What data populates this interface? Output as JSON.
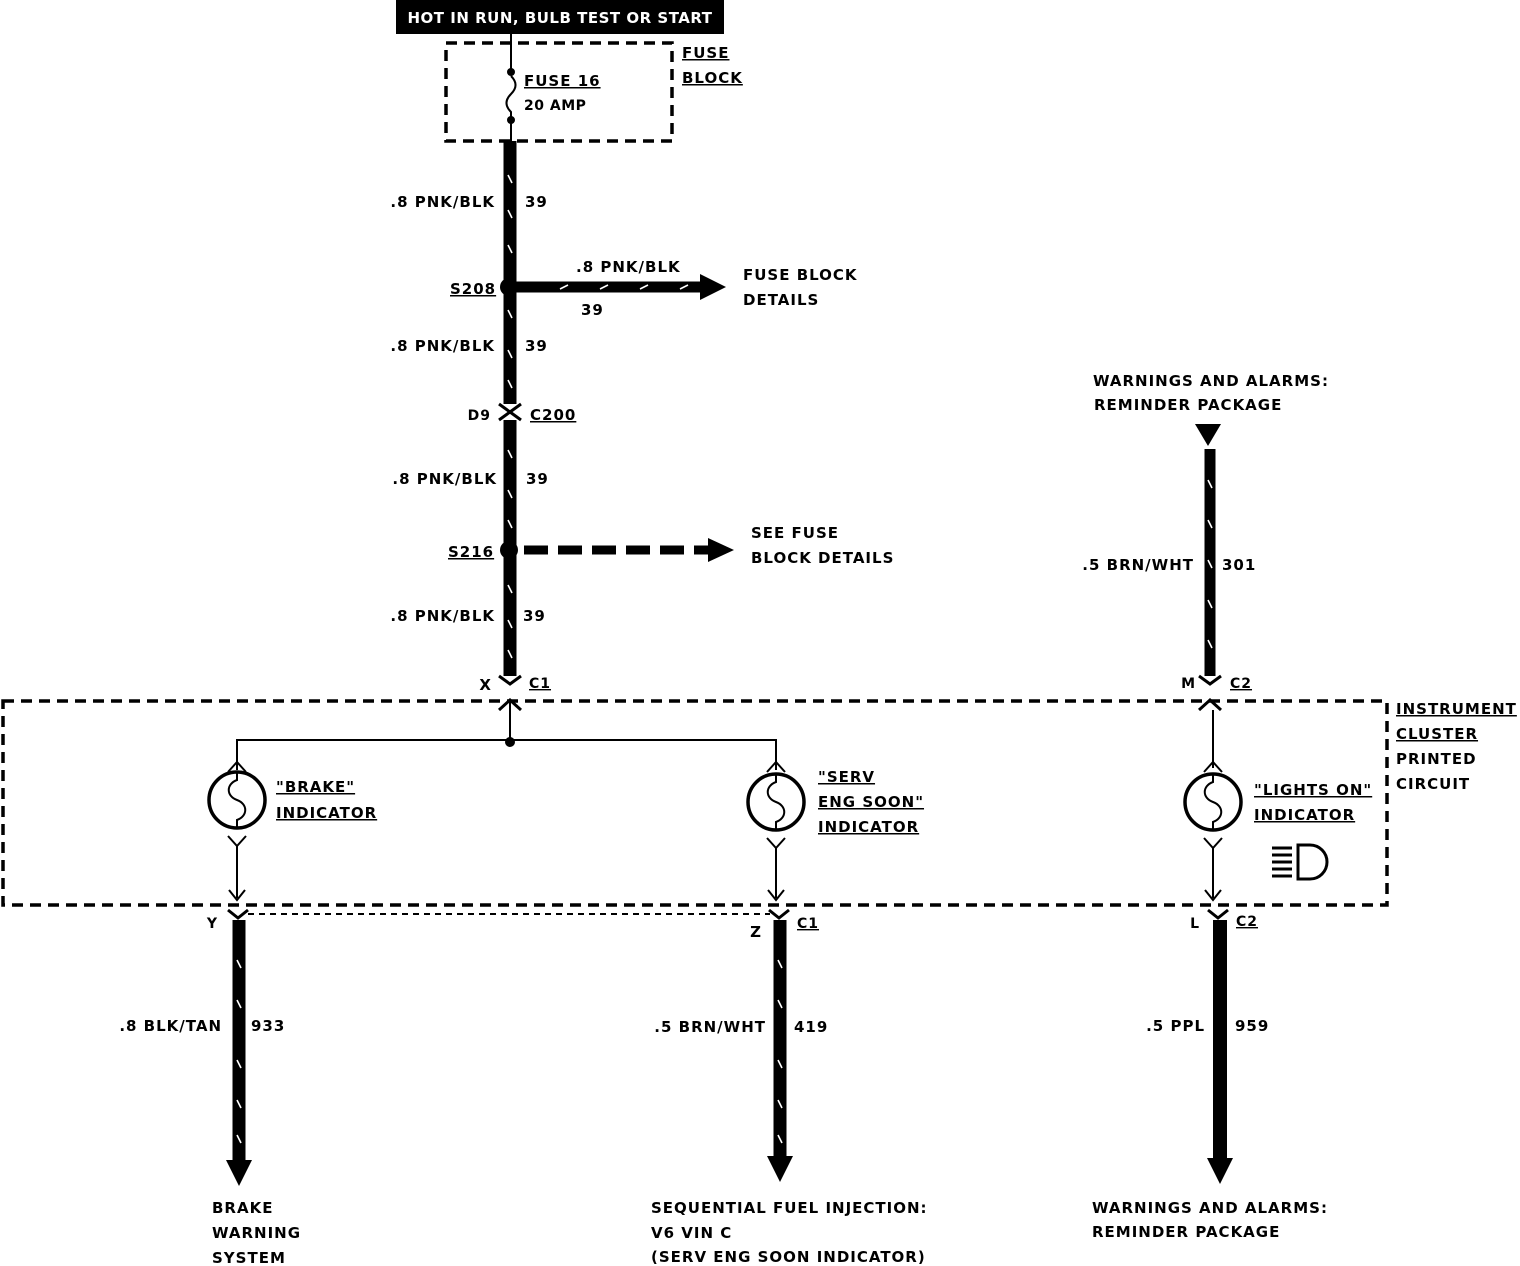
{
  "header": {
    "power_label": "HOT IN RUN, BULB TEST OR START"
  },
  "fuse_block": {
    "fuse_name": "FUSE 16",
    "fuse_rating": "20 AMP",
    "label_line1": "FUSE",
    "label_line2": "BLOCK"
  },
  "main_feed": {
    "segments": [
      {
        "gauge_color": ".8 PNK/BLK",
        "circuit": "39"
      },
      {
        "gauge_color": ".8 PNK/BLK",
        "circuit": "39"
      },
      {
        "gauge_color": ".8 PNK/BLK",
        "circuit": "39"
      },
      {
        "gauge_color": ".8 PNK/BLK",
        "circuit": "39"
      }
    ],
    "splice_s208": "S208",
    "splice_s216": "S216",
    "connector_c200_pin": "D9",
    "connector_c200": "C200",
    "branch_s208": {
      "gauge_color": ".8 PNK/BLK",
      "circuit": "39",
      "dest_line1": "FUSE BLOCK",
      "dest_line2": "DETAILS"
    },
    "branch_s216": {
      "dest_line1": "SEE FUSE",
      "dest_line2": "BLOCK DETAILS"
    }
  },
  "reminder_feed": {
    "source_line1": "WARNINGS AND ALARMS:",
    "source_line2": "REMINDER PACKAGE",
    "gauge_color": ".5 BRN/WHT",
    "circuit": "301"
  },
  "cluster": {
    "label_line1": "INSTRUMENT",
    "label_line2": "CLUSTER",
    "label_line3": "PRINTED",
    "label_line4": "CIRCUIT",
    "in_pin_x": "X",
    "in_conn_c1": "C1",
    "in_pin_m": "M",
    "in_conn_c2": "C2",
    "indicators": [
      {
        "line1": "\"BRAKE\"",
        "line2": "INDICATOR"
      },
      {
        "line1": "\"SERV",
        "line2": "ENG SOON\"",
        "line3": "INDICATOR"
      },
      {
        "line1": "\"LIGHTS ON\"",
        "line2": "INDICATOR"
      }
    ],
    "headlamp_icon": "headlamp-icon"
  },
  "outputs": [
    {
      "pin": "Y",
      "connector": "",
      "gauge_color": ".8 BLK/TAN",
      "circuit": "933",
      "dest_line1": "BRAKE",
      "dest_line2": "WARNING",
      "dest_line3": "SYSTEM"
    },
    {
      "pin": "Z",
      "connector": "C1",
      "gauge_color": ".5 BRN/WHT",
      "circuit": "419",
      "dest_line1": "SEQUENTIAL FUEL INJECTION:",
      "dest_line2": "V6 VIN C",
      "dest_line3": "(SERV ENG SOON INDICATOR)"
    },
    {
      "pin": "L",
      "connector": "C2",
      "gauge_color": ".5 PPL",
      "circuit": "959",
      "dest_line1": "WARNINGS AND ALARMS:",
      "dest_line2": "REMINDER PACKAGE"
    }
  ]
}
